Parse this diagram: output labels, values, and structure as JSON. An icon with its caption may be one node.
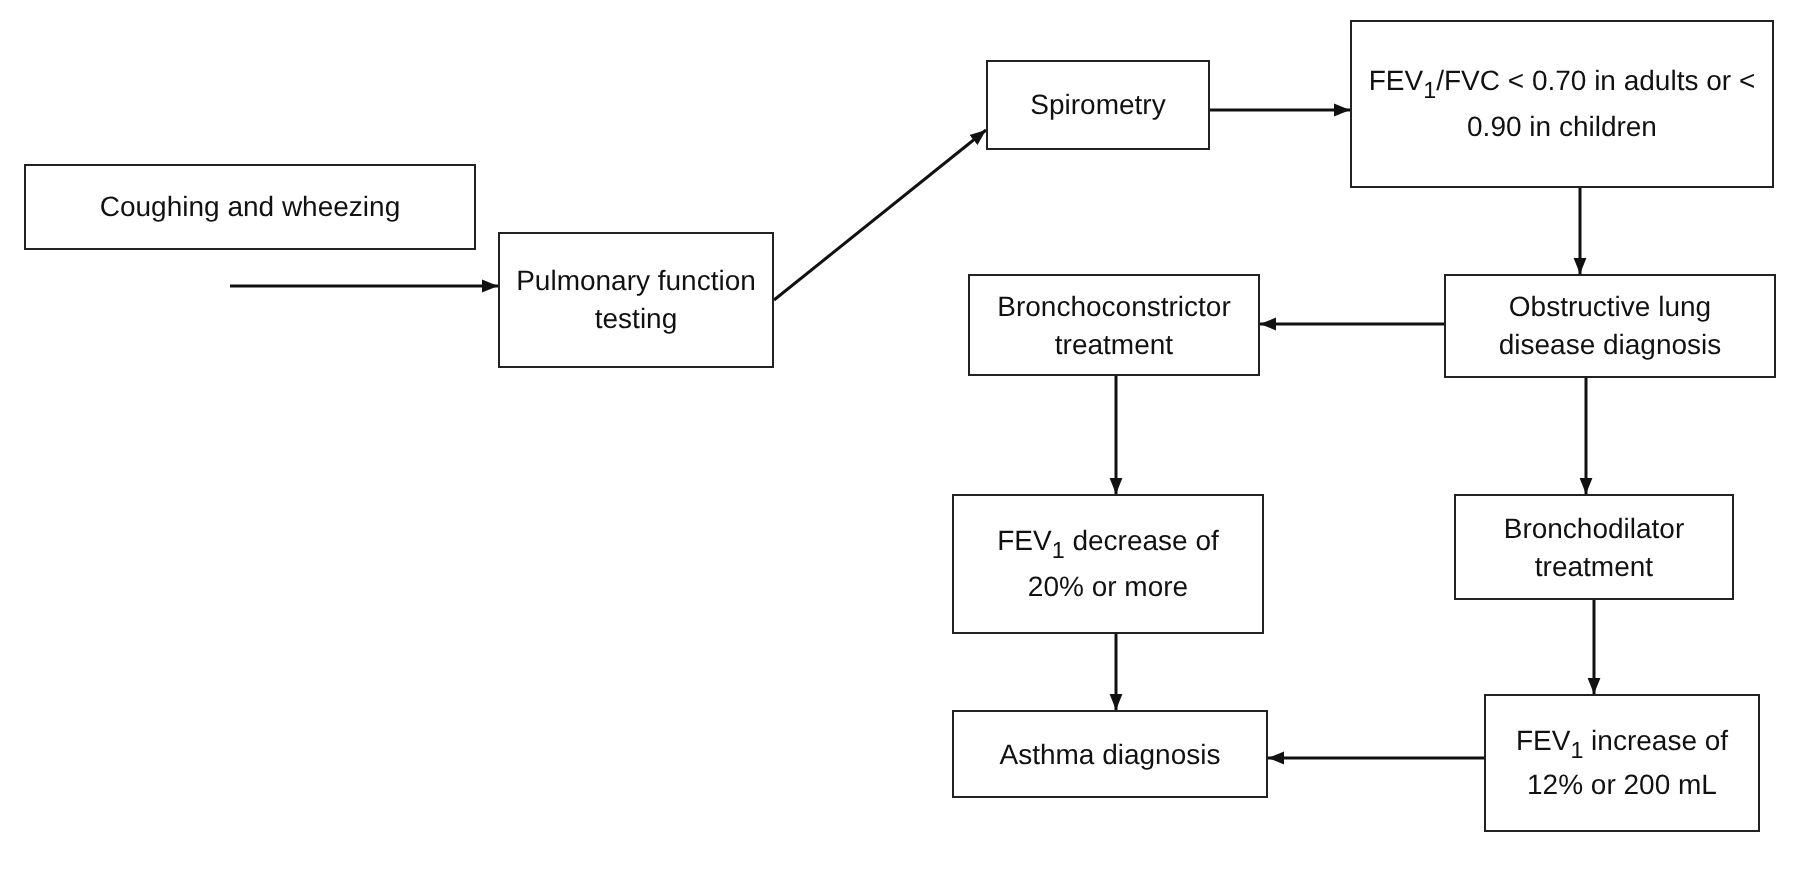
{
  "diagram": {
    "nodes": [
      {
        "text": [
          "Coughing and wheezing"
        ]
      },
      {
        "text": [
          "Pulmonary function testing"
        ]
      },
      {
        "text": [
          "Spirometry"
        ]
      },
      {
        "text": [
          "FEV$_{1}$/FVC < 0.70 in adults or < 0.90 in children"
        ]
      },
      {
        "text": [
          "Obstructive lung disease diagnosis"
        ]
      },
      {
        "text": [
          "Bronchoconstrictor treatment"
        ]
      },
      {
        "text": [
          "FEV$_{1}$ decrease of 20% or more"
        ]
      },
      {
        "text": [
          "Bronchodilator treatment"
        ]
      },
      {
        "text": [
          "Asthma diagnosis"
        ]
      },
      {
        "text": [
          "FEV$_{1}$ increase of 12% or 200 mL"
        ]
      }
    ],
    "edges": [
      {
        "from": null,
        "to": 1,
        "arrow": "to"
      },
      {
        "from": 1,
        "to": 2,
        "arrow": "to"
      },
      {
        "from": 2,
        "to": 3,
        "arrow": "to"
      },
      {
        "from": 3,
        "to": 4,
        "arrow": "to"
      },
      {
        "from": 4,
        "to": 5,
        "arrow": "to"
      },
      {
        "from": 5,
        "to": 6,
        "arrow": "to"
      },
      {
        "from": 4,
        "to": 7,
        "arrow": "to"
      },
      {
        "from": 6,
        "to": 8,
        "arrow": "to"
      },
      {
        "from": 7,
        "to": 9,
        "arrow": "to"
      },
      {
        "from": 9,
        "to": 8,
        "arrow": "to"
      }
    ]
  }
}
